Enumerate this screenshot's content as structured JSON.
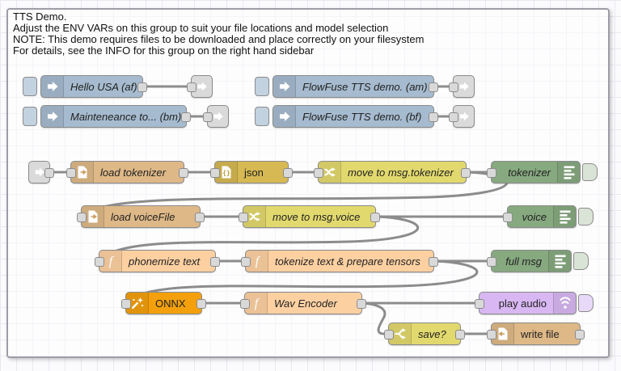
{
  "app": "Node-RED flow editor canvas",
  "group": {
    "label_lines": [
      "TTS Demo.",
      "Adjust the ENV VARs on this group to suit your file locations and model selection",
      "NOTE: This demo requires files to be downloaded and place correctly on your filesystem",
      "For details, see the INFO for this group on the right hand sidebar"
    ]
  },
  "nodes": {
    "inject_hello": {
      "type": "inject",
      "label": "Hello USA (af)"
    },
    "inject_flowfuse_am": {
      "type": "inject",
      "label": "FlowFuse TTS demo. (am)"
    },
    "inject_maintenance": {
      "type": "inject",
      "label": "Mainteneance to... (bm)"
    },
    "inject_flowfuse_bf": {
      "type": "inject",
      "label": "FlowFuse TTS demo. (bf)"
    },
    "load_tokenizer": {
      "type": "file-in",
      "label": "load tokenizer"
    },
    "json": {
      "type": "json",
      "label": "json"
    },
    "move_tokenizer": {
      "type": "change",
      "label": "move to msg.tokenizer"
    },
    "debug_tokenizer": {
      "type": "debug",
      "label": "tokenizer"
    },
    "load_voicefile": {
      "type": "file-in",
      "label": "load voiceFile"
    },
    "move_voice": {
      "type": "change",
      "label": "move to msg.voice"
    },
    "debug_voice": {
      "type": "debug",
      "label": "voice"
    },
    "phonemize": {
      "type": "function",
      "label": "phonemize text"
    },
    "tokenize": {
      "type": "function",
      "label": "tokenize text & prepare tensors"
    },
    "debug_fullmsg": {
      "type": "debug",
      "label": "full msg"
    },
    "onnx": {
      "type": "onnx",
      "label": "ONNX"
    },
    "wav_encoder": {
      "type": "function",
      "label": "Wav Encoder"
    },
    "play_audio": {
      "type": "play-audio",
      "label": "play audio"
    },
    "save_switch": {
      "type": "switch",
      "label": "save?"
    },
    "write_file": {
      "type": "file",
      "label": "write file"
    }
  },
  "icons": {
    "inject": "arrow-right-icon",
    "link": "link-arrow-icon",
    "file": "page-arrow-icon",
    "json": "braces-page-icon",
    "change": "shuffle-arrows-icon",
    "debug": "list-bars-icon",
    "function": "italic-f-icon",
    "onnx": "magic-wand-icon",
    "play_audio": "sound-waves-icon",
    "switch": "fork-arrows-icon"
  },
  "colors": {
    "inject": "#a6bbcf",
    "link": "#dadada",
    "file": "#deb887",
    "json": "#d6b952",
    "change": "#e2d96e",
    "switch": "#e2d96e",
    "debug": "#87a980",
    "function": "#fdd0a2",
    "onnx": "#f3a00c",
    "play_audio": "#d8b7f2",
    "wire": "#8c8c8c",
    "grid": "#e9e8f1"
  }
}
